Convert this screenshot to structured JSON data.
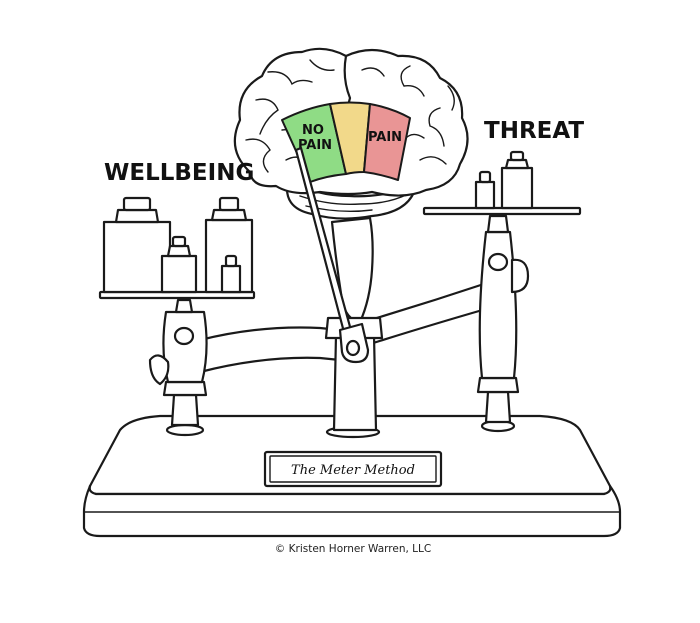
{
  "labels": {
    "wellbeing": "WELLBEING",
    "threat": "THREAT"
  },
  "meter": {
    "green_label_line1": "NO",
    "green_label_line2": "PAIN",
    "red_label": "PAIN",
    "colors": {
      "green": "#8fdc85",
      "yellow": "#f2d98a",
      "red": "#e99595"
    }
  },
  "plaque": {
    "text": "The Meter Method"
  },
  "credit": {
    "text": "© Kristen Horner Warren, LLC"
  },
  "icons": [
    "brain-icon",
    "weight-icon",
    "scale-icon",
    "meter-needle-icon"
  ]
}
